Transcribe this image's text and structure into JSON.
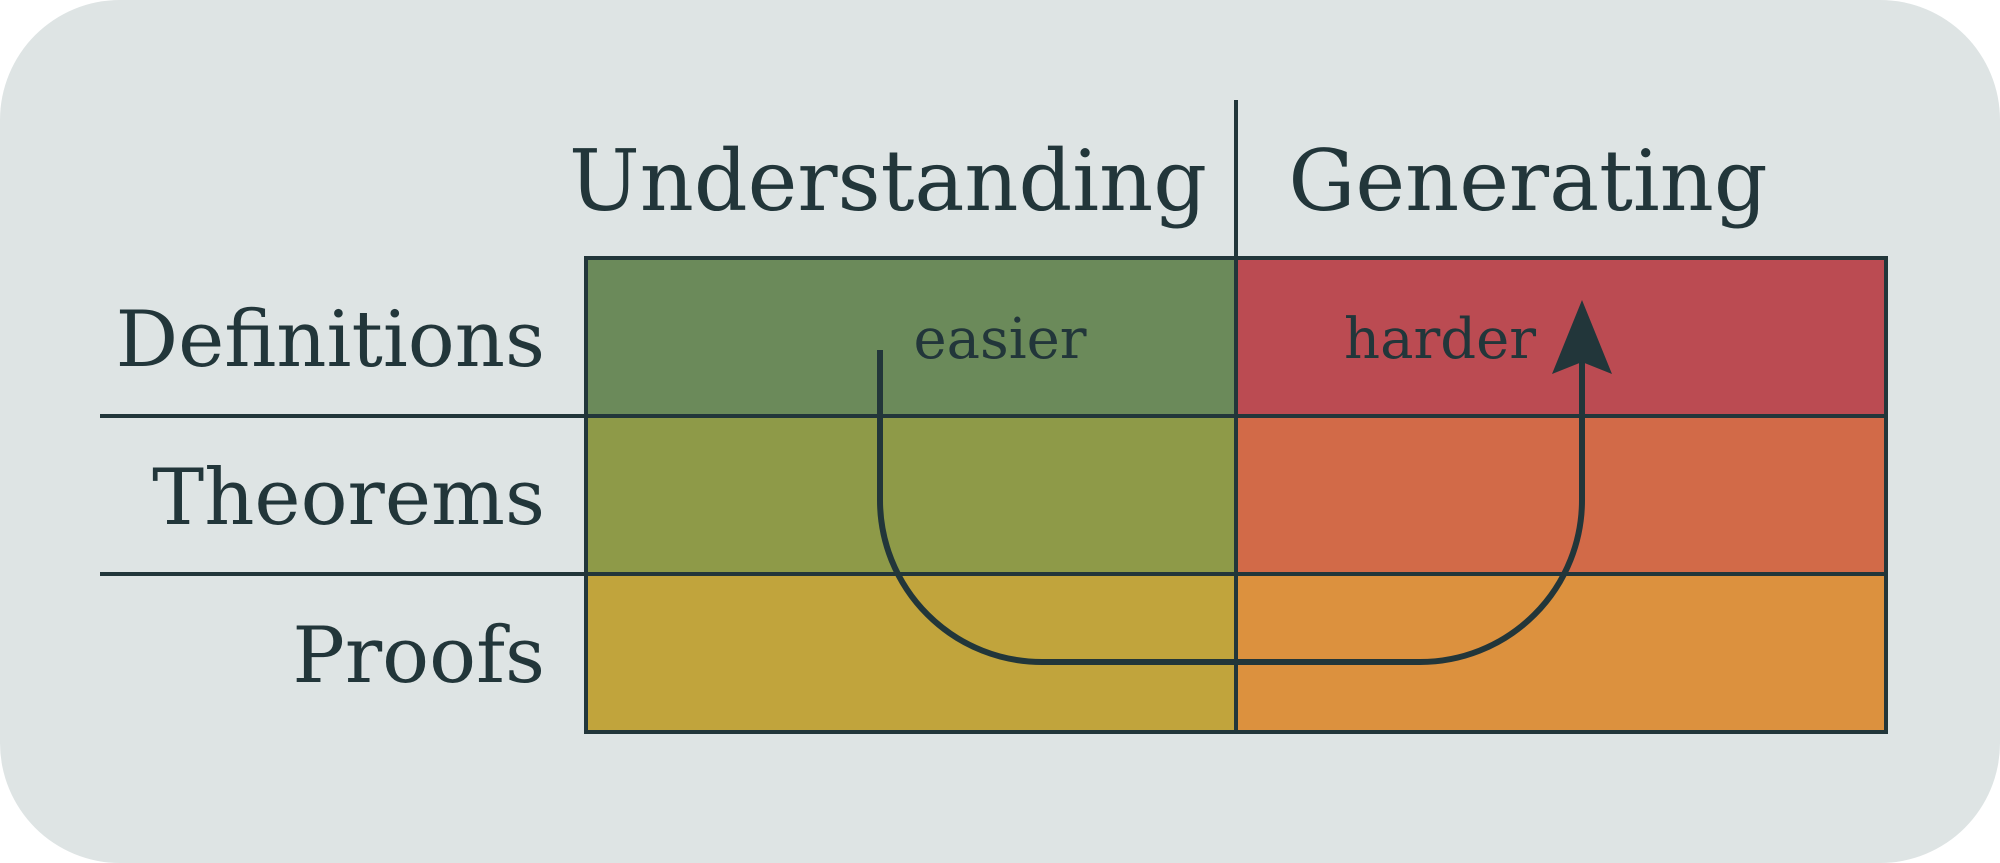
{
  "columns": [
    {
      "label": "Understanding"
    },
    {
      "label": "Generating"
    }
  ],
  "rows": [
    {
      "label": "Definitions"
    },
    {
      "label": "Theorems"
    },
    {
      "label": "Proofs"
    }
  ],
  "annotations": {
    "start": "easier",
    "end": "harder"
  },
  "colors": {
    "background": "#dee4e4",
    "ink": "#22363a",
    "cells": [
      [
        "#6b8a5a",
        "#bb4b52"
      ],
      [
        "#8e9a48",
        "#d26a48"
      ],
      [
        "#c1a43c",
        "#dc913e"
      ]
    ]
  }
}
